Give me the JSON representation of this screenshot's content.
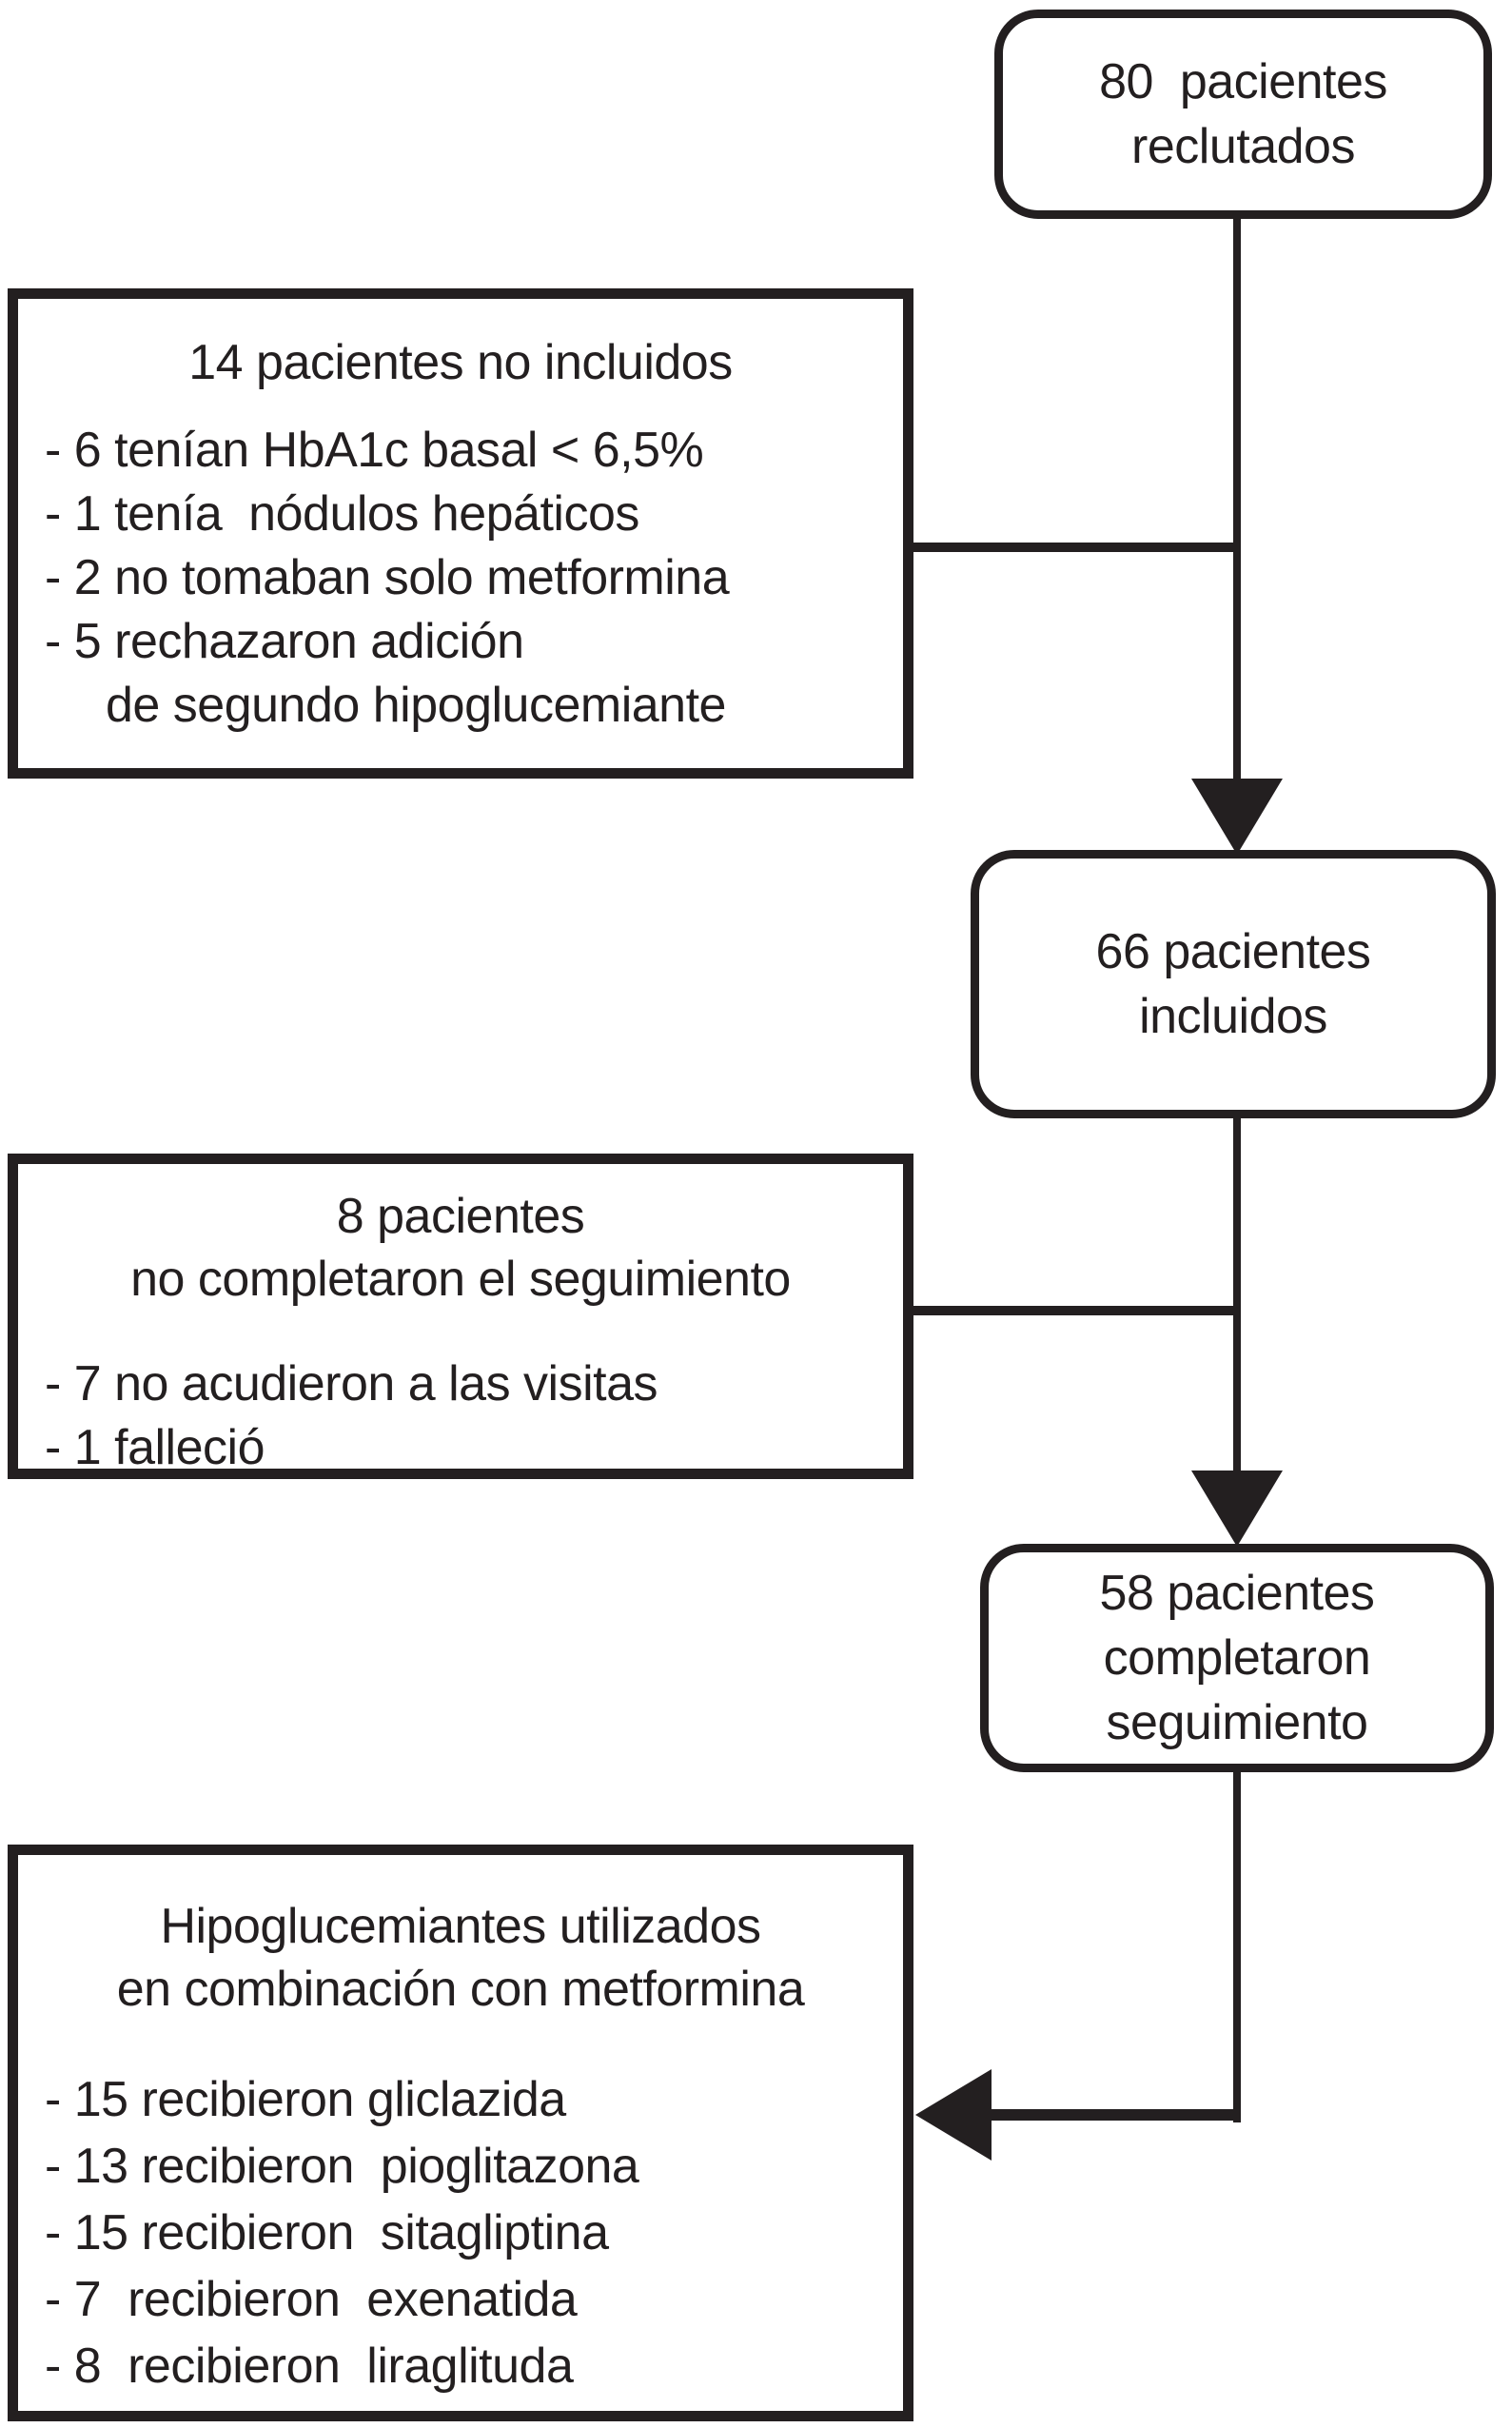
{
  "diagram": {
    "type": "flowchart",
    "language": "es",
    "colors": {
      "ink": "#231f20",
      "background": "#ffffff"
    },
    "boxes": {
      "recruited": {
        "shape": "rounded",
        "lines": [
          "80  pacientes",
          "reclutados"
        ]
      },
      "not_included": {
        "shape": "rectangle",
        "title": "14 pacientes no incluidos",
        "bullets": [
          "- 6 tenían HbA1c basal < 6,5%",
          "- 1 tenía  nódulos hepáticos",
          "- 2 no tomaban solo metformina",
          "- 5 rechazaron adición"
        ],
        "bullet_continuation": "de segundo hipoglucemiante"
      },
      "included": {
        "shape": "rounded",
        "lines": [
          "66 pacientes",
          "incluidos"
        ]
      },
      "not_completed": {
        "shape": "rectangle",
        "title_lines": [
          "8 pacientes",
          "no completaron el seguimiento"
        ],
        "bullets": [
          "- 7 no acudieron a las visitas",
          "- 1 falleció"
        ]
      },
      "completed": {
        "shape": "rounded",
        "lines": [
          "58 pacientes",
          "completaron",
          "seguimiento"
        ]
      },
      "treatments": {
        "shape": "rectangle",
        "title_lines": [
          "Hipoglucemiantes utilizados",
          "en combinación con metformina"
        ],
        "bullets": [
          "- 15 recibieron gliclazida",
          "- 13 recibieron  pioglitazona",
          "- 15 recibieron  sitagliptina",
          "- 7  recibieron  exenatida",
          "- 8  recibieron  liraglituda"
        ]
      }
    }
  }
}
